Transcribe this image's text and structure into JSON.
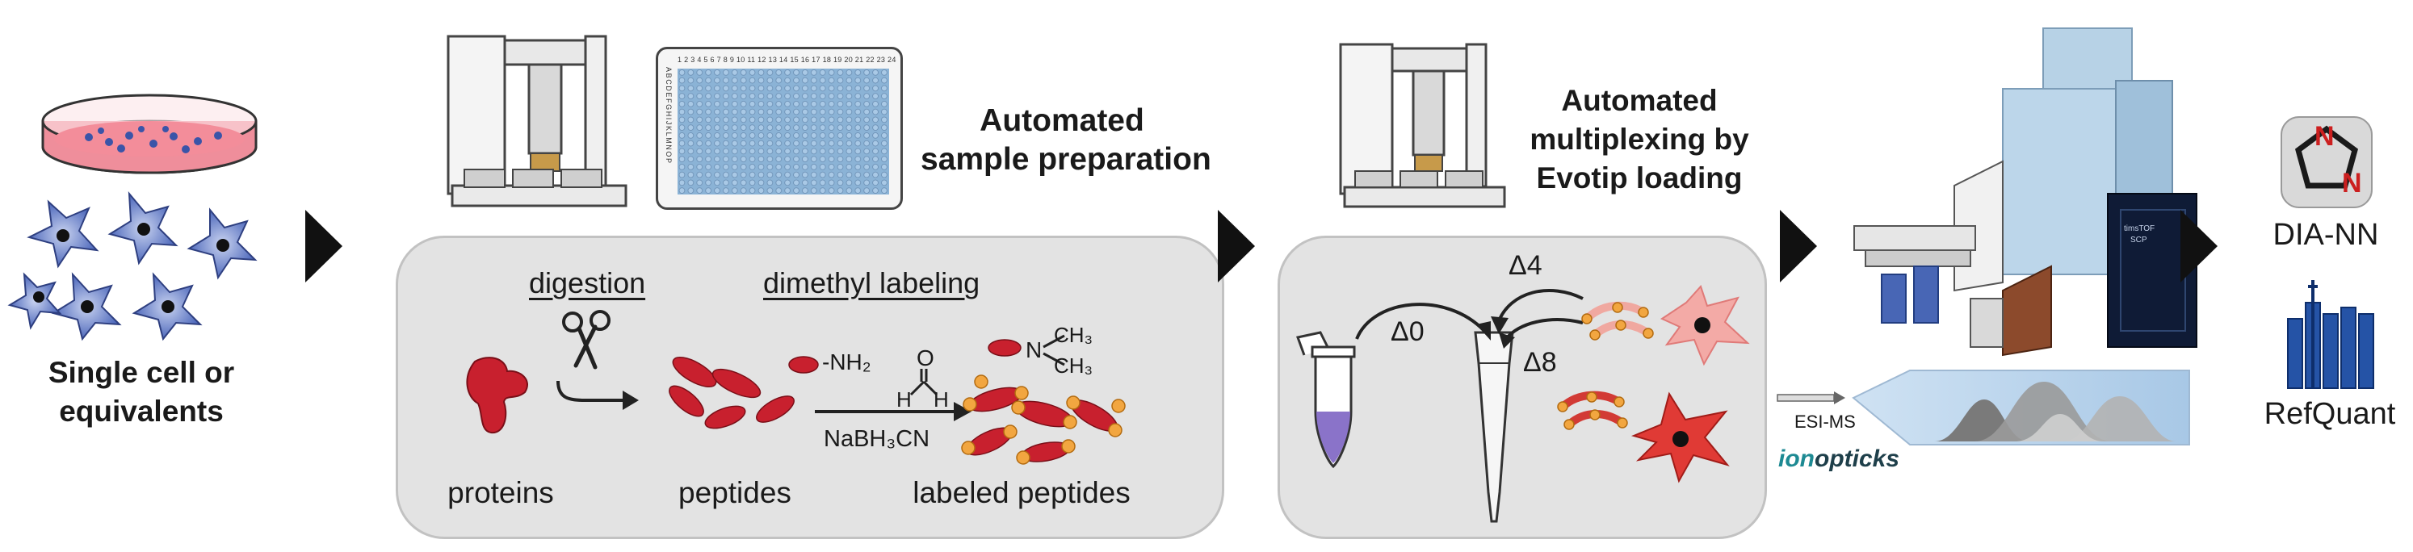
{
  "colors": {
    "panel": "#e3e3e3",
    "peptide": "#c8202e",
    "label_dot": "#f2a640",
    "cell_blue": "#4a62b8",
    "cell_pink": "#f3aaa6",
    "cell_red": "#e03a35",
    "sample_purple": "#8a73c9",
    "ms_blue": "#7fa7cf",
    "ms_dark": "#0f1b36"
  },
  "step1": {
    "label": "Single cell or equivalents"
  },
  "step2": {
    "title_line1": "Automated",
    "title_line2": "sample preparation",
    "digestion": "digestion",
    "dimethyl": "dimethyl labeling",
    "nh2": "NH₂",
    "ch3": "CH₃",
    "n": "N",
    "o": "O",
    "h": "H",
    "reagent": "NaBH₃CN",
    "plate_cols": "1 2 3 4 5 6 7 8 9 10 11 12 13 14 15 16 17 18 19 20 21 22 23 24",
    "plate_rows": "ABCDEFGHIJKLMNOP",
    "proteins": "proteins",
    "peptides": "peptides",
    "labeled_peptides": "labeled peptides"
  },
  "step3": {
    "title_line1": "Automated",
    "title_line2": "multiplexing by",
    "title_line3": "Evotip loading",
    "d0": "Δ0",
    "d4": "Δ4",
    "d8": "Δ8"
  },
  "step4": {
    "esi": "ESI-MS",
    "brand_a": "ion",
    "brand_b": "opticks",
    "ms_label1": "timsTOF",
    "ms_label2": "SCP"
  },
  "step5": {
    "dia_nn": "DIA-NN",
    "refquant": "RefQuant",
    "icon_n": "N"
  }
}
